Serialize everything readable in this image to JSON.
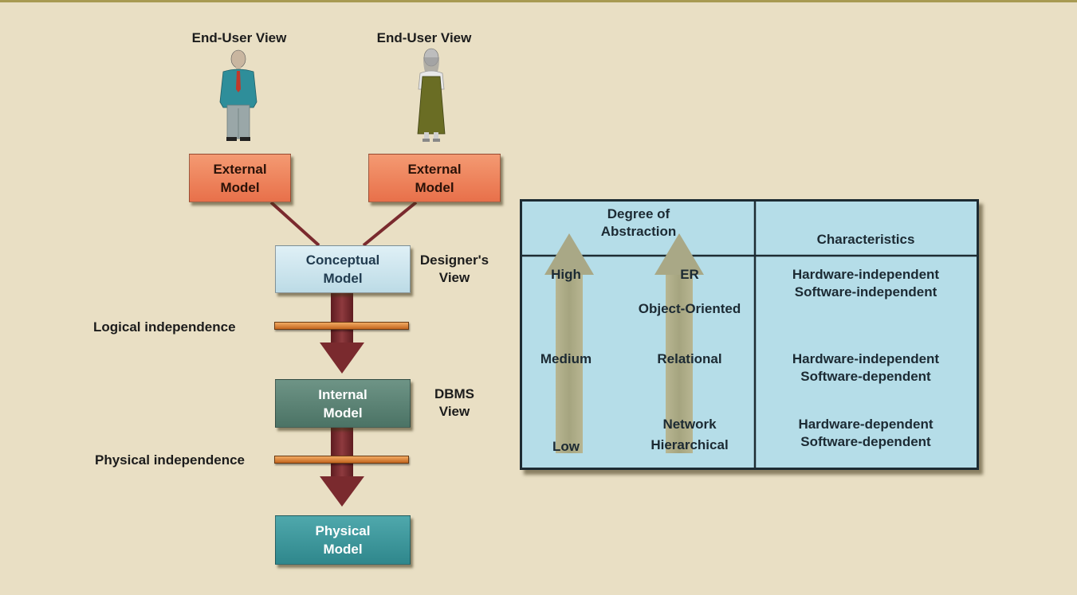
{
  "end_users": [
    {
      "label": "End-User View",
      "figure": "male-user-figure"
    },
    {
      "label": "End-User View",
      "figure": "female-user-figure"
    }
  ],
  "models": {
    "external_1": {
      "line1": "External",
      "line2": "Model"
    },
    "external_2": {
      "line1": "External",
      "line2": "Model"
    },
    "conceptual": {
      "line1": "Conceptual",
      "line2": "Model"
    },
    "internal": {
      "line1": "Internal",
      "line2": "Model"
    },
    "physical": {
      "line1": "Physical",
      "line2": "Model"
    }
  },
  "views": {
    "designer": {
      "line1": "Designer's",
      "line2": "View"
    },
    "dbms": {
      "line1": "DBMS",
      "line2": "View"
    }
  },
  "independence": {
    "logical": "Logical independence",
    "physical": "Physical independence"
  },
  "table": {
    "header_abstraction": {
      "line1": "Degree of",
      "line2": "Abstraction"
    },
    "header_characteristics": "Characteristics",
    "levels": {
      "high": "High",
      "medium": "Medium",
      "low": "Low"
    },
    "models": {
      "er": "ER",
      "object_oriented": "Object-Oriented",
      "relational": "Relational",
      "network": "Network",
      "hierarchical": "Hierarchical"
    },
    "characteristics": [
      {
        "line1": "Hardware-independent",
        "line2": "Software-independent"
      },
      {
        "line1": "Hardware-independent",
        "line2": "Software-dependent"
      },
      {
        "line1": "Hardware-dependent",
        "line2": "Software-dependent"
      }
    ]
  },
  "colors": {
    "background": "#e9dfc4",
    "external_model": "#ee7f58",
    "conceptual_model": "#cde6ee",
    "internal_model": "#5b8273",
    "physical_model": "#3a9296",
    "flow_arrow": "#7a2a2e",
    "independence_bar": "#e38a3e",
    "table_fill": "#b5dde8",
    "abstraction_arrow": "#aaa987"
  }
}
